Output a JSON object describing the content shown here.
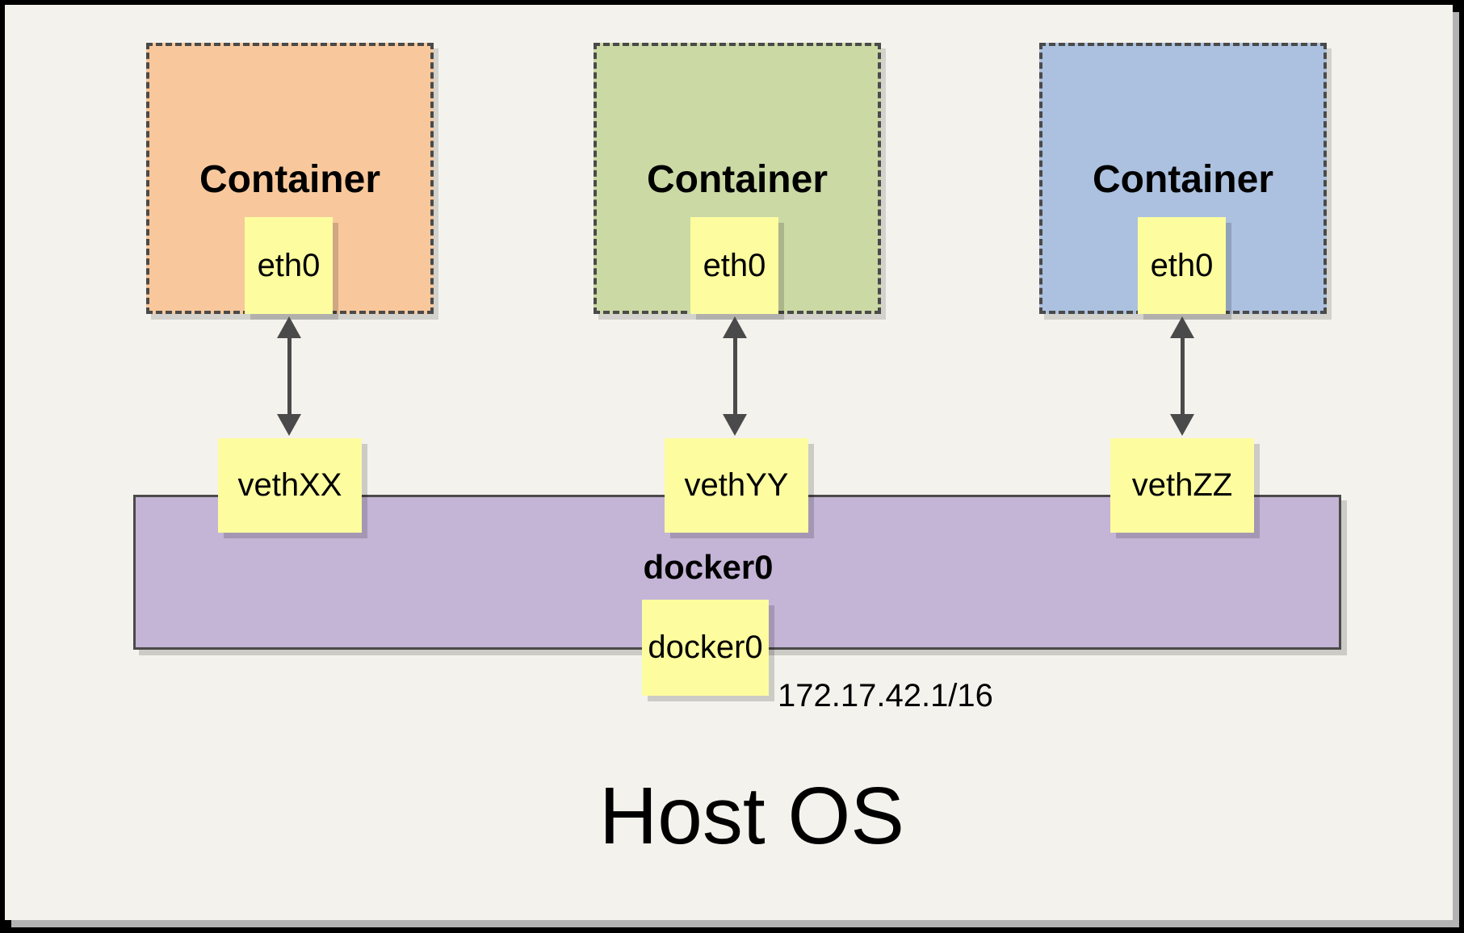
{
  "diagram": {
    "containers": [
      {
        "title": "Container",
        "interface": "eth0",
        "veth": "vethXX",
        "fill": "#f8c89c"
      },
      {
        "title": "Container",
        "interface": "eth0",
        "veth": "vethYY",
        "fill": "#cbd9a5"
      },
      {
        "title": "Container",
        "interface": "eth0",
        "veth": "vethZZ",
        "fill": "#acc1df"
      }
    ],
    "bridge": {
      "label": "docker0",
      "interface": "docker0",
      "ip": "172.17.42.1/16",
      "fill": "#c4b4d6"
    },
    "host": {
      "label": "Host OS"
    },
    "colors": {
      "page_background": "#f4f2ec",
      "frame": "#000000",
      "page_shadow": "#b3b3b3",
      "interface_box": "#fdfd9f",
      "stroke": "#4a4a4a"
    }
  }
}
